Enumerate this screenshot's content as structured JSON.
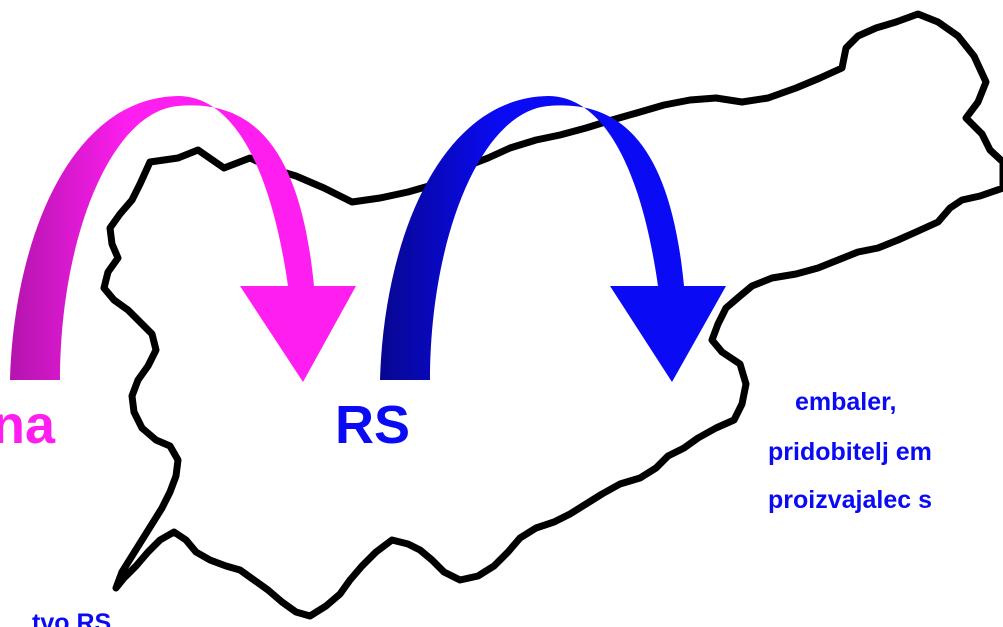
{
  "colors": {
    "magenta": "#FF1EF0",
    "magenta_dark": "#C01AB8",
    "blue": "#0A0AF5",
    "blue_dark": "#06069A",
    "outline": "#000000"
  },
  "icons": [
    "slovenia-map-outline",
    "magenta-curved-arrow",
    "blue-curved-arrow"
  ],
  "labels": {
    "left_partial": "na",
    "center": "RS",
    "bottom_partial": "tvo RS"
  },
  "notes": [
    "embaler,",
    "pridobitelj em",
    "proizvajalec s"
  ]
}
